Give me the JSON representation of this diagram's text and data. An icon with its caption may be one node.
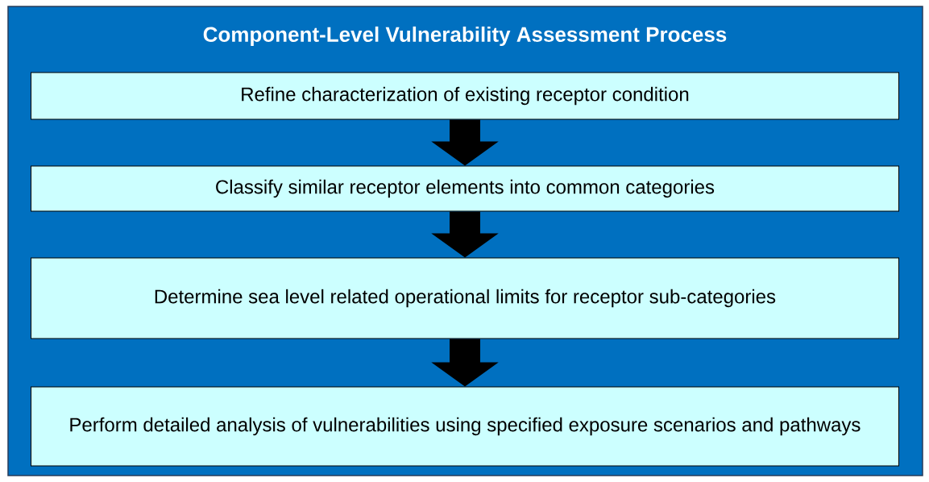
{
  "diagram": {
    "title": "Component-Level Vulnerability Assessment Process",
    "nodes": [
      {
        "text": [
          "Refine characterization of existing receptor condition"
        ]
      },
      {
        "text": [
          "Classify similar receptor elements into common categories"
        ]
      },
      {
        "text": [
          "Determine sea level related operational limits for receptor sub-categories"
        ]
      },
      {
        "text": [
          "Perform detailed analysis of vulnerabilities using specified exposure scenarios and pathways"
        ]
      }
    ],
    "edges": [
      {
        "from": 0,
        "to": 1,
        "arrow": "to"
      },
      {
        "from": 1,
        "to": 2,
        "arrow": "to"
      },
      {
        "from": 2,
        "to": 3,
        "arrow": "to"
      }
    ]
  }
}
